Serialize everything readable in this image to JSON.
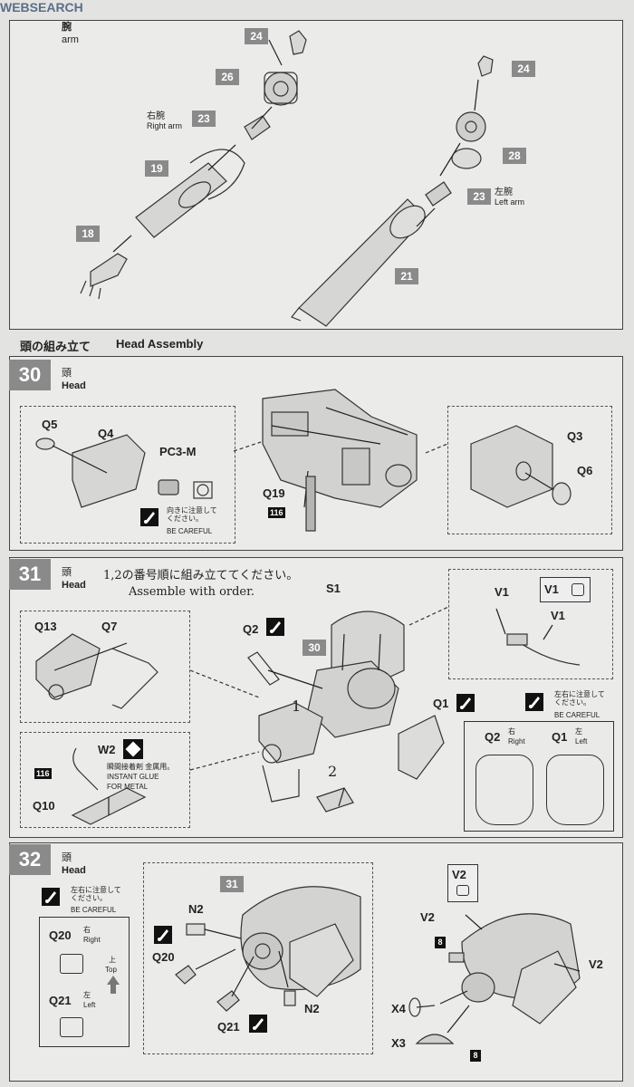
{
  "watermark": "WEBSEARCH",
  "section29": {
    "title_jp": "腕",
    "title_en": "arm",
    "right_arm_jp": "右腕",
    "right_arm_en": "Right arm",
    "left_arm_jp": "左腕",
    "left_arm_en": "Left arm",
    "parts": [
      "24",
      "26",
      "23",
      "19",
      "18",
      "24",
      "28",
      "23",
      "21"
    ]
  },
  "head_assembly": {
    "heading_jp": "頭の組み立て",
    "heading_en": "Head Assembly"
  },
  "step30": {
    "number": "30",
    "title_jp": "頭",
    "title_en": "Head",
    "labels": [
      "Q5",
      "Q4",
      "PC3-M",
      "Q19",
      "Q3",
      "Q6"
    ],
    "code": "116",
    "careful_jp": "向きに注意して\nください。",
    "careful_en": "BE CAREFUL"
  },
  "step31": {
    "number": "31",
    "title_jp": "頭",
    "title_en": "Head",
    "order_jp": "1,2の番号順に組み立ててください。",
    "order_en": "Assemble with order.",
    "labels": [
      "Q13",
      "Q7",
      "W2",
      "Q10",
      "S1",
      "Q2",
      "30",
      "Q1",
      "V1",
      "V1",
      "V1"
    ],
    "code": "116",
    "glue_jp": "瞬間接着剤 金属用。",
    "glue_en1": "INSTANT GLUE",
    "glue_en2": "FOR METAL",
    "careful_jp": "左右に注意して\nください。",
    "careful_en": "BE CAREFUL",
    "order_marks": [
      "1",
      "2"
    ],
    "q2_label": "Q2",
    "q2_sub_jp": "右",
    "q2_sub_en": "Right",
    "q1_label": "Q1",
    "q1_sub_jp": "左",
    "q1_sub_en": "Left"
  },
  "step32": {
    "number": "32",
    "title_jp": "頭",
    "title_en": "Head",
    "careful_jp": "左右に注意して\nください。",
    "careful_en": "BE CAREFUL",
    "q20_label": "Q20",
    "q20_jp": "右",
    "q20_en": "Right",
    "top_jp": "上",
    "top_en": "Top",
    "q21_label": "Q21",
    "q21_jp": "左",
    "q21_en": "Left",
    "labels": [
      "31",
      "N2",
      "Q20",
      "Q21",
      "N2",
      "V2",
      "V2",
      "V2",
      "8",
      "X4",
      "X3",
      "8"
    ]
  }
}
